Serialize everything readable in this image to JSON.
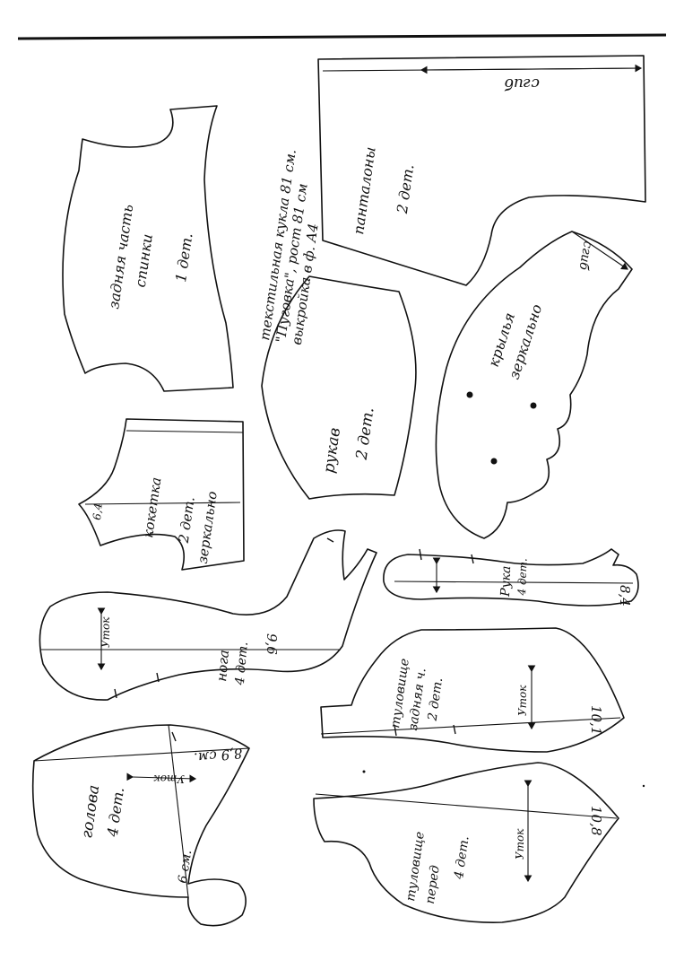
{
  "sheet": {
    "title_line1": "текстильная кукла 81 см.",
    "title_line2": "\"Пуговка\", рост 81 см",
    "title_line3": "выкройка в ф. А4"
  },
  "pieces": {
    "back": {
      "line1": "задняя часть",
      "line2": "спинки",
      "line3": "1 дет."
    },
    "pants": {
      "line1": "панталоны",
      "line2": "2 дет.",
      "fold": "сгиб"
    },
    "sleeve": {
      "line1": "рукав",
      "line2": "2 дет."
    },
    "wing": {
      "line1": "крылья",
      "line2": "зеркально",
      "fold": "сгиб"
    },
    "bodice": {
      "line1": "кокетка",
      "line2": "2 дет.",
      "line3": "зеркально",
      "mark": "6,4"
    },
    "arm": {
      "line1": "Рука",
      "line2": "4 дет.",
      "size": "8,4"
    },
    "leg": {
      "line1": "нога",
      "line2": "4 дет.",
      "size": "9,6",
      "grain": "Уток"
    },
    "torso_back": {
      "line1": "туловище",
      "line2": "задняя ч.",
      "line3": "2 дет.",
      "size": "10,1",
      "grain": "Уток"
    },
    "head": {
      "line1": "голова",
      "line2": "4 дет.",
      "size": "8,9 см.",
      "height": "6 см.",
      "grain": "Уток"
    },
    "torso_front": {
      "line1": "туловище",
      "line2": "перед",
      "line3": "4 дет.",
      "size": "10,8",
      "grain": "Уток"
    }
  }
}
